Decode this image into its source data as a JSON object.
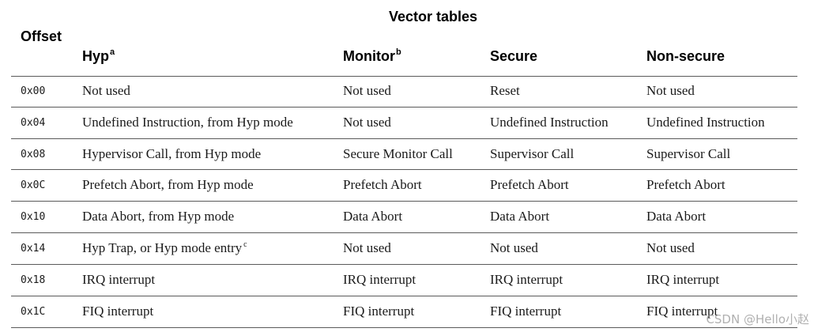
{
  "header": {
    "group_title": "Vector tables",
    "offset_label": "Offset",
    "columns": [
      {
        "label": "Hyp",
        "note": "a"
      },
      {
        "label": "Monitor",
        "note": "b"
      },
      {
        "label": "Secure",
        "note": ""
      },
      {
        "label": "Non-secure",
        "note": ""
      }
    ]
  },
  "rows": [
    {
      "offset": "0x00",
      "hyp": "Not used",
      "hyp_note": "",
      "monitor": "Not used",
      "secure": "Reset",
      "nonsecure": "Not used"
    },
    {
      "offset": "0x04",
      "hyp": "Undefined Instruction, from Hyp mode",
      "hyp_note": "",
      "monitor": "Not used",
      "secure": "Undefined Instruction",
      "nonsecure": "Undefined Instruction"
    },
    {
      "offset": "0x08",
      "hyp": "Hypervisor Call, from Hyp mode",
      "hyp_note": "",
      "monitor": "Secure Monitor Call",
      "secure": "Supervisor Call",
      "nonsecure": "Supervisor Call"
    },
    {
      "offset": "0x0C",
      "hyp": "Prefetch Abort, from Hyp mode",
      "hyp_note": "",
      "monitor": "Prefetch Abort",
      "secure": "Prefetch Abort",
      "nonsecure": "Prefetch Abort"
    },
    {
      "offset": "0x10",
      "hyp": "Data Abort, from Hyp mode",
      "hyp_note": "",
      "monitor": "Data Abort",
      "secure": "Data Abort",
      "nonsecure": "Data Abort"
    },
    {
      "offset": "0x14",
      "hyp": "Hyp Trap, or Hyp mode entry",
      "hyp_note": "c",
      "monitor": "Not used",
      "secure": "Not used",
      "nonsecure": "Not used"
    },
    {
      "offset": "0x18",
      "hyp": "IRQ interrupt",
      "hyp_note": "",
      "monitor": "IRQ interrupt",
      "secure": "IRQ interrupt",
      "nonsecure": "IRQ interrupt"
    },
    {
      "offset": "0x1C",
      "hyp": "FIQ interrupt",
      "hyp_note": "",
      "monitor": "FIQ interrupt",
      "secure": "FIQ interrupt",
      "nonsecure": "FIQ interrupt"
    }
  ],
  "watermark": "CSDN @Hello小赵"
}
